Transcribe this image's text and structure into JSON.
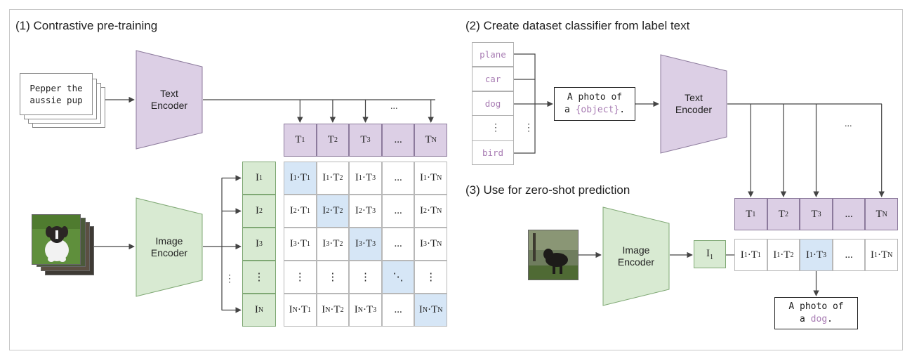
{
  "section1": {
    "title": "(1) Contrastive pre-training",
    "caption_lines": [
      "Pepper the",
      "aussie pup"
    ],
    "text_encoder_lines": [
      "Text",
      "Encoder"
    ],
    "image_encoder_lines": [
      "Image",
      "Encoder"
    ],
    "text_features": [
      "T1",
      "T2",
      "T3",
      "...",
      "TN"
    ],
    "image_features": [
      "I1",
      "I2",
      "I3",
      "⋮",
      "IN"
    ],
    "arrow_ellipsis": "...",
    "left_vdots": "⋮",
    "matrix": [
      [
        "I1·T1",
        "I1·T2",
        "I1·T3",
        "...",
        "I1·TN"
      ],
      [
        "I2·T1",
        "I2·T2",
        "I2·T3",
        "...",
        "I2·TN"
      ],
      [
        "I3·T1",
        "I3·T2",
        "I3·T3",
        "...",
        "I3·TN"
      ],
      [
        "⋮",
        "⋮",
        "⋮",
        "⋱",
        "⋮"
      ],
      [
        "IN·T1",
        "IN·T2",
        "IN·T3",
        "...",
        "IN·TN"
      ]
    ],
    "matrix_highlight": "diagonal"
  },
  "section2": {
    "title": "(2) Create dataset classifier from label text",
    "labels": [
      "plane",
      "car",
      "dog",
      "bird"
    ],
    "labels_ellipsis": "⋮",
    "template_line1": "A photo of",
    "template_line2_prefix": "a ",
    "template_placeholder": "{object}",
    "template_line2_suffix": ".",
    "text_encoder_lines": [
      "Text",
      "Encoder"
    ],
    "arrow_ellipsis": "..."
  },
  "section3": {
    "title": "(3) Use for zero-shot prediction",
    "image_encoder_lines": [
      "Image",
      "Encoder"
    ],
    "image_feature": "I1",
    "text_features": [
      "T1",
      "T2",
      "T3",
      "...",
      "TN"
    ],
    "scores": [
      "I1·T1",
      "I1·T2",
      "I1·T3",
      "...",
      "I1·TN"
    ],
    "highlighted_index": 2,
    "result_line1": "A photo of",
    "result_line2_prefix": "a ",
    "result_object": "dog",
    "result_line2_suffix": "."
  },
  "colors": {
    "text_encoder": "#dccfe5",
    "image_encoder": "#d8ead2",
    "highlight": "#d6e6f6",
    "placeholder": "#a87cb3"
  }
}
